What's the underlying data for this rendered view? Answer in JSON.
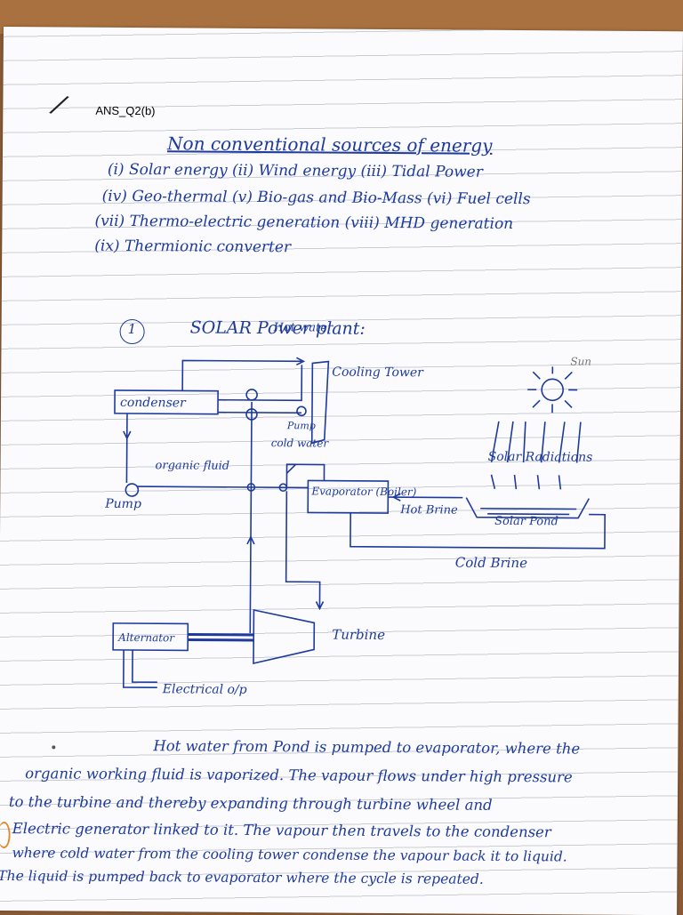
{
  "header": {
    "label": "ANS_Q2(b)"
  },
  "title": "Non conventional sources of energy",
  "list_lines": [
    "(i) Solar energy    (ii) Wind energy    (iii) Tidal Power",
    "(iv) Geo-thermal    (v) Bio-gas and Bio-Mass  (vi) Fuel cells",
    "(vii) Thermo-electric generation (viii) MHD generation",
    "(ix) Thermionic converter"
  ],
  "section": {
    "number": "1",
    "heading": "SOLAR Power plant:"
  },
  "diagram": {
    "hot_water": "Hot water",
    "cooling_tower": "Cooling Tower",
    "sun": "Sun",
    "condenser": "condenser",
    "pump_top": "Pump",
    "cold_water": "cold water",
    "organic_fluid": "organic fluid",
    "pump_left": "Pump",
    "solar_radiations": "Solar Radiations",
    "evaporator": "Evaporator (Boiler)",
    "hot_brine": "Hot Brine",
    "solar_pond": "Solar Pond",
    "cold_brine": "Cold Brine",
    "turbine": "Turbine",
    "alternator": "Alternator",
    "electrical_output": "Electrical o/p"
  },
  "paragraph_lines": [
    "Hot water from Pond is pumped to evaporator, where the",
    "organic working fluid is vaporized. The vapour flows under high pressure",
    "to the turbine and thereby expanding through turbine wheel and",
    "Electric generator linked to it. The vapour then travels to the condenser",
    "where cold water from the cooling tower condense the vapour back it to liquid.",
    "The liquid is pumped back to evaporator where the cycle is repeated."
  ]
}
